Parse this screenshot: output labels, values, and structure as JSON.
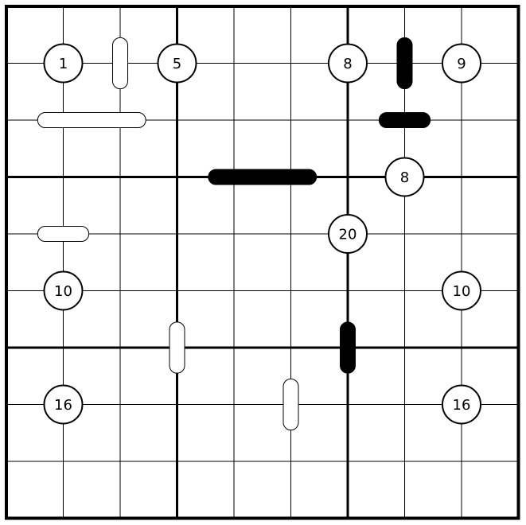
{
  "puzzle": {
    "grid_size": 9,
    "box_size": 3,
    "clues": [
      {
        "value": "1",
        "point": [
          1,
          1
        ]
      },
      {
        "value": "5",
        "point": [
          3,
          1
        ]
      },
      {
        "value": "8",
        "point": [
          6,
          1
        ]
      },
      {
        "value": "9",
        "point": [
          8,
          1
        ]
      },
      {
        "value": "8",
        "point": [
          7,
          3
        ]
      },
      {
        "value": "20",
        "point": [
          6,
          4
        ]
      },
      {
        "value": "10",
        "point": [
          1,
          5
        ]
      },
      {
        "value": "10",
        "point": [
          8,
          5
        ]
      },
      {
        "value": "16",
        "point": [
          1,
          7
        ]
      },
      {
        "value": "16",
        "point": [
          8,
          7
        ]
      }
    ],
    "bars": [
      {
        "kind": "white",
        "from": [
          2,
          0.55
        ],
        "to": [
          2,
          1.45
        ]
      },
      {
        "kind": "white",
        "from": [
          0.55,
          2
        ],
        "to": [
          2.45,
          2
        ]
      },
      {
        "kind": "black",
        "from": [
          7,
          0.55
        ],
        "to": [
          7,
          1.45
        ]
      },
      {
        "kind": "black",
        "from": [
          6.55,
          2
        ],
        "to": [
          7.45,
          2
        ]
      },
      {
        "kind": "black",
        "from": [
          3.55,
          3
        ],
        "to": [
          5.45,
          3
        ]
      },
      {
        "kind": "white",
        "from": [
          0.55,
          4
        ],
        "to": [
          1.45,
          4
        ]
      },
      {
        "kind": "white",
        "from": [
          3,
          5.55
        ],
        "to": [
          3,
          6.45
        ]
      },
      {
        "kind": "black",
        "from": [
          6,
          5.55
        ],
        "to": [
          6,
          6.45
        ]
      },
      {
        "kind": "white",
        "from": [
          5,
          6.55
        ],
        "to": [
          5,
          7.45
        ]
      }
    ],
    "colors": {
      "background": "#ffffff",
      "line": "#000000",
      "white_bar_fill": "#ffffff",
      "black_bar_fill": "#000000"
    }
  }
}
